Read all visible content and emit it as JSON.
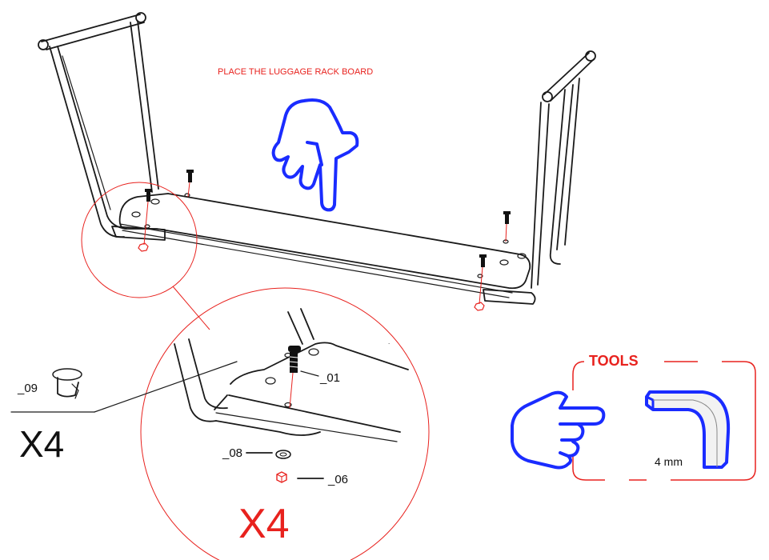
{
  "instruction": "PLACE THE LUGGAGE RACK BOARD",
  "parts": {
    "part_09": "_09",
    "part_01": "_01",
    "part_08": "_08",
    "part_06": "_06"
  },
  "quantities": {
    "left": "X4",
    "detail": "X4"
  },
  "tools": {
    "title": "TOOLS",
    "wrench_size": "4 mm"
  },
  "colors": {
    "accent_red": "#e8221e",
    "pointer_blue": "#1a2cff",
    "line_black": "#1a1a1a"
  },
  "icons": [
    "pointing-down-hand-icon",
    "pointing-right-hand-icon",
    "allen-key-icon",
    "bolt-icon",
    "washer-icon",
    "nut-icon",
    "plug-cap-icon"
  ]
}
